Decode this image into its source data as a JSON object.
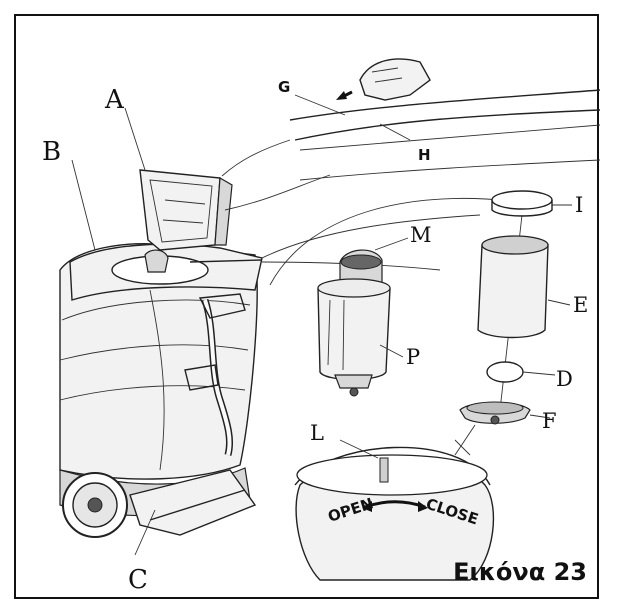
{
  "labels": {
    "A": "A",
    "B": "B",
    "C": "C",
    "D": "D",
    "E": "E",
    "F": "F",
    "G": "G",
    "H": "H",
    "I": "I",
    "L": "L",
    "M": "M",
    "P": "P"
  },
  "dial": {
    "open": "OPEN",
    "close": "CLOSE"
  },
  "caption": "Εικόνα 23"
}
